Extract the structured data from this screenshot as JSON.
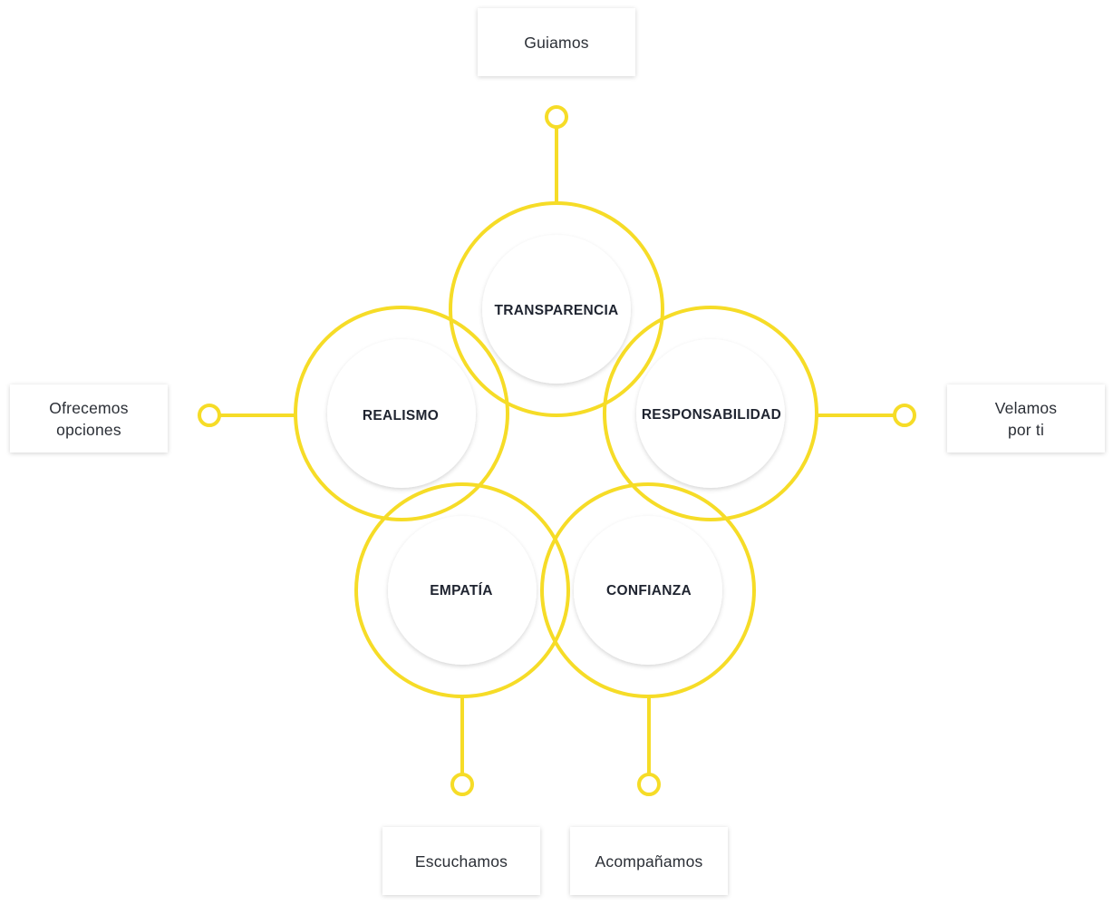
{
  "colors": {
    "ring": "#f6dc27",
    "inner_circle": "#ffffff",
    "label_text": "#1f2430",
    "box_text": "#2b2f36"
  },
  "values": [
    {
      "id": "transparencia",
      "label": "TRANSPARENCIA"
    },
    {
      "id": "realismo",
      "label": "REALISMO"
    },
    {
      "id": "responsabilidad",
      "label": "RESPONSABILIDAD"
    },
    {
      "id": "empatia",
      "label": "EMPATÍA"
    },
    {
      "id": "confianza",
      "label": "CONFIANZA"
    }
  ],
  "actions": {
    "guiamos": "Guiamos",
    "ofrecemos": "Ofrecemos\nopciones",
    "velamos": "Velamos\npor ti",
    "escuchamos": "Escuchamos",
    "acompanamos": "Acompañamos"
  }
}
